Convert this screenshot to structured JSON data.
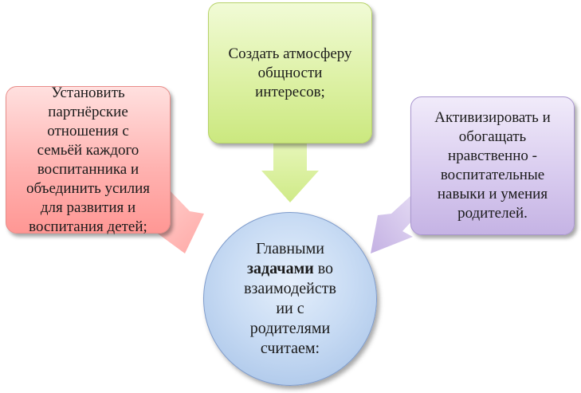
{
  "center": {
    "line1": "Главными",
    "line2_bold": "задачами",
    "line2_rest": " во",
    "line3": "взаимодейств",
    "line4": "ии с",
    "line5": "родителями",
    "line6": "считаем:"
  },
  "boxes": {
    "left": "Установить\nпартнёрские\nотношения с\nсемьёй каждого\nвоспитанника и\nобъединить усилия\nдля развития и\nвоспитания детей;",
    "top": "Создать атмосферу\nобщности\nинтересов;",
    "right": "Активизировать и\nобогащать\nнравственно -\nвоспитательные\nнавыки и умения\nродителей."
  },
  "colors": {
    "left_box": "#ffb3b1",
    "top_box": "#ddf1a5",
    "right_box": "#d9ccef",
    "center_circle": "#c9dcf4",
    "left_arrow": "#ffb8b5",
    "top_arrow": "#d8ef9b",
    "right_arrow": "#d2c3ec"
  }
}
